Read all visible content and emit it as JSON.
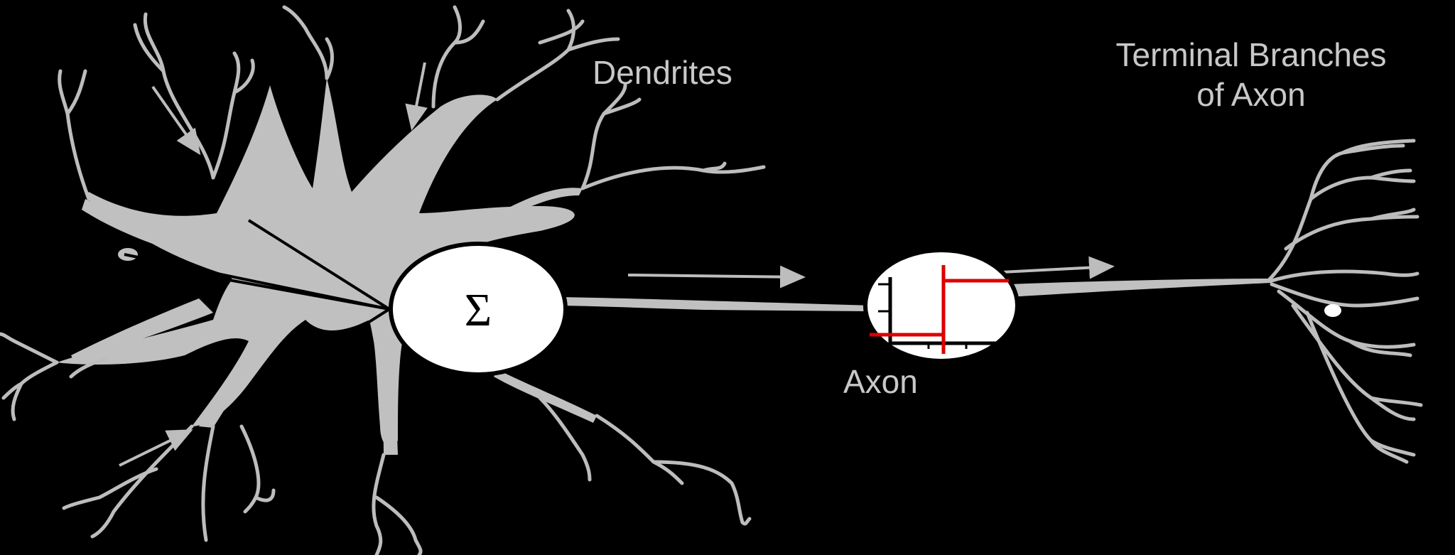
{
  "labels": {
    "dendrites": "Dendrites",
    "terminal_line1": "Terminal Branches",
    "terminal_line2": "of Axon",
    "axon": "Axon",
    "sum_symbol": "Σ"
  },
  "colors": {
    "background": "#000000",
    "neuron": "#c0c0c0",
    "label": "#c8c8c8",
    "node_fill": "#ffffff",
    "step_function": "#dd0000"
  },
  "icons": {
    "input_arrow": "arrow-icon",
    "activation": "step-function-icon"
  }
}
